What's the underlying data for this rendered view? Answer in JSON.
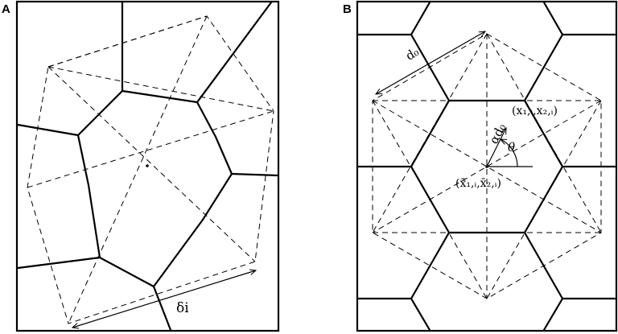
{
  "panels": {
    "a": {
      "label": "A",
      "annotation_delta": "δi"
    },
    "b": {
      "label": "B",
      "annotation_d0": "d₀",
      "annotation_alpha_d0": "αd₀",
      "annotation_theta": "θ",
      "annotation_point": "(x₁,ᵢ,x₂,ᵢ)",
      "annotation_center": "(x̄₁,ᵢ,x̄₂,ᵢ)"
    }
  },
  "colors": {
    "ink": "#000000",
    "background": "#ffffff"
  }
}
